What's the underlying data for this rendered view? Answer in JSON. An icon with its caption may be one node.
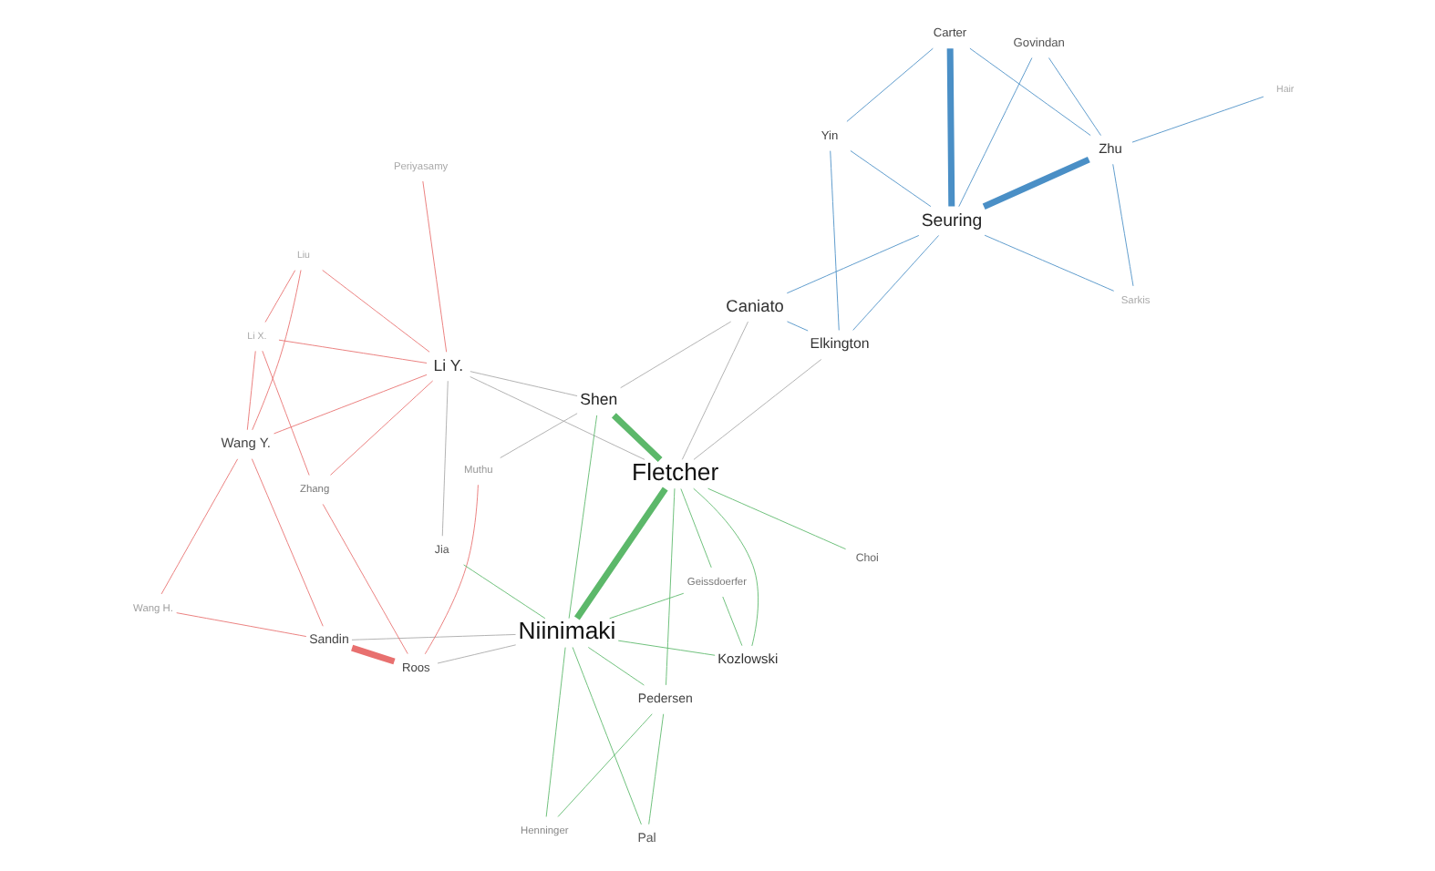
{
  "diagram": {
    "nodes": [
      {
        "text": [
          "Wang H."
        ]
      },
      {
        "text": [
          "Geissdoerfer"
        ]
      },
      {
        "text": [
          "Henninger"
        ]
      },
      {
        "text": [
          "Wang Y."
        ]
      },
      {
        "text": [
          "Pal"
        ]
      },
      {
        "text": [
          "Liu"
        ]
      },
      {
        "text": [
          "Sandin"
        ]
      },
      {
        "text": [
          "Kozlowski"
        ]
      },
      {
        "text": [
          "Li X."
        ]
      },
      {
        "text": [
          "Roos"
        ]
      },
      {
        "text": [
          "Niinimaki"
        ]
      },
      {
        "text": [
          "Pedersen"
        ]
      },
      {
        "text": [
          "Periyasamy"
        ]
      },
      {
        "text": [
          "Jia"
        ]
      },
      {
        "text": [
          "Li Y."
        ]
      },
      {
        "text": [
          "Choi"
        ]
      },
      {
        "text": [
          "Fletcher"
        ]
      },
      {
        "text": [
          "Zhang"
        ]
      },
      {
        "text": [
          "Shen"
        ]
      },
      {
        "text": [
          "Caniato"
        ]
      },
      {
        "text": [
          "Elkington"
        ]
      },
      {
        "text": [
          "Muthu"
        ]
      },
      {
        "text": [
          "Govindan"
        ]
      },
      {
        "text": [
          "Yin"
        ]
      },
      {
        "text": [
          "Seuring"
        ]
      },
      {
        "text": [
          "Zhu"
        ]
      },
      {
        "text": [
          "Sarkis"
        ]
      },
      {
        "text": [
          "Carter"
        ]
      },
      {
        "text": [
          "Hair"
        ]
      }
    ],
    "edges": [
      {
        "from": 9,
        "to": 6,
        "arrow": "none",
        "style": "thick",
        "color": "#e8706f"
      },
      {
        "from": 3,
        "to": 5,
        "arrow": "none",
        "color": "#e8706f"
      },
      {
        "from": 3,
        "to": 6,
        "arrow": "none",
        "color": "#e8706f"
      },
      {
        "from": 8,
        "to": 5,
        "arrow": "none",
        "color": "#e8706f"
      },
      {
        "from": 8,
        "to": 3,
        "arrow": "none",
        "color": "#e8706f"
      },
      {
        "from": 8,
        "to": 14,
        "arrow": "none",
        "color": "#e8706f"
      },
      {
        "from": 8,
        "to": 17,
        "arrow": "none",
        "color": "#e8706f"
      },
      {
        "from": 5,
        "to": 14,
        "arrow": "none",
        "color": "#e8706f"
      },
      {
        "from": 9,
        "to": 21,
        "arrow": "none",
        "color": "#e8706f"
      },
      {
        "from": 3,
        "to": 14,
        "arrow": "none",
        "color": "#e8706f"
      },
      {
        "from": 0,
        "to": 3,
        "arrow": "none",
        "color": "#e8706f"
      },
      {
        "from": 0,
        "to": 6,
        "arrow": "none",
        "color": "#e8706f"
      },
      {
        "from": 17,
        "to": 14,
        "arrow": "none",
        "color": "#e8706f"
      },
      {
        "from": 12,
        "to": 14,
        "arrow": "none",
        "color": "#e8706f"
      },
      {
        "from": 9,
        "to": 17,
        "arrow": "none",
        "color": "#e8706f"
      },
      {
        "from": 10,
        "to": 16,
        "arrow": "none",
        "style": "thick",
        "color": "#5cb86a"
      },
      {
        "from": 10,
        "to": 7,
        "arrow": "none",
        "color": "#5cb86a"
      },
      {
        "from": 10,
        "to": 4,
        "arrow": "none",
        "color": "#5cb86a"
      },
      {
        "from": 10,
        "to": 11,
        "arrow": "none",
        "color": "#5cb86a"
      },
      {
        "from": 10,
        "to": 2,
        "arrow": "none",
        "color": "#5cb86a"
      },
      {
        "from": 10,
        "to": 1,
        "arrow": "none",
        "color": "#5cb86a"
      },
      {
        "from": 16,
        "to": 18,
        "arrow": "none",
        "style": "thick",
        "color": "#5cb86a"
      },
      {
        "from": 18,
        "to": 10,
        "arrow": "none",
        "color": "#5cb86a"
      },
      {
        "from": 16,
        "to": 15,
        "arrow": "none",
        "color": "#5cb86a"
      },
      {
        "from": 16,
        "to": 11,
        "arrow": "none",
        "color": "#5cb86a"
      },
      {
        "from": 1,
        "to": 7,
        "arrow": "none",
        "color": "#5cb86a"
      },
      {
        "from": 4,
        "to": 11,
        "arrow": "none",
        "color": "#5cb86a"
      },
      {
        "from": 2,
        "to": 11,
        "arrow": "none",
        "color": "#5cb86a"
      },
      {
        "from": 13,
        "to": 10,
        "arrow": "none",
        "color": "#5cb86a"
      },
      {
        "from": 7,
        "to": 16,
        "arrow": "none",
        "color": "#5cb86a"
      },
      {
        "from": 1,
        "to": 16,
        "arrow": "none",
        "color": "#5cb86a"
      },
      {
        "from": 24,
        "to": 27,
        "arrow": "none",
        "style": "thick",
        "color": "#4a8fc6"
      },
      {
        "from": 24,
        "to": 25,
        "arrow": "none",
        "style": "thick",
        "color": "#4a8fc6"
      },
      {
        "from": 24,
        "to": 19,
        "arrow": "none",
        "color": "#4a8fc6"
      },
      {
        "from": 24,
        "to": 23,
        "arrow": "none",
        "color": "#4a8fc6"
      },
      {
        "from": 24,
        "to": 20,
        "arrow": "none",
        "color": "#4a8fc6"
      },
      {
        "from": 25,
        "to": 27,
        "arrow": "none",
        "color": "#4a8fc6"
      },
      {
        "from": 25,
        "to": 26,
        "arrow": "none",
        "color": "#4a8fc6"
      },
      {
        "from": 22,
        "to": 24,
        "arrow": "none",
        "color": "#4a8fc6"
      },
      {
        "from": 22,
        "to": 25,
        "arrow": "none",
        "color": "#4a8fc6"
      },
      {
        "from": 23,
        "to": 20,
        "arrow": "none",
        "color": "#4a8fc6"
      },
      {
        "from": 20,
        "to": 19,
        "arrow": "none",
        "color": "#4a8fc6"
      },
      {
        "from": 27,
        "to": 23,
        "arrow": "none",
        "color": "#4a8fc6"
      },
      {
        "from": 28,
        "to": 25,
        "arrow": "none",
        "color": "#4a8fc6"
      },
      {
        "from": 26,
        "to": 24,
        "arrow": "none",
        "color": "#4a8fc6"
      },
      {
        "from": 6,
        "to": 10,
        "arrow": "none",
        "color": "#a8a8a8"
      },
      {
        "from": 9,
        "to": 10,
        "arrow": "none",
        "color": "#a8a8a8"
      },
      {
        "from": 14,
        "to": 18,
        "arrow": "none",
        "color": "#a8a8a8"
      },
      {
        "from": 21,
        "to": 18,
        "arrow": "none",
        "color": "#a8a8a8"
      },
      {
        "from": 14,
        "to": 16,
        "arrow": "none",
        "color": "#a8a8a8"
      },
      {
        "from": 19,
        "to": 16,
        "arrow": "none",
        "color": "#a8a8a8"
      },
      {
        "from": 16,
        "to": 20,
        "arrow": "none",
        "color": "#a8a8a8"
      },
      {
        "from": 18,
        "to": 19,
        "arrow": "none",
        "color": "#a8a8a8"
      },
      {
        "from": 13,
        "to": 14,
        "arrow": "none",
        "color": "#a8a8a8"
      }
    ]
  }
}
